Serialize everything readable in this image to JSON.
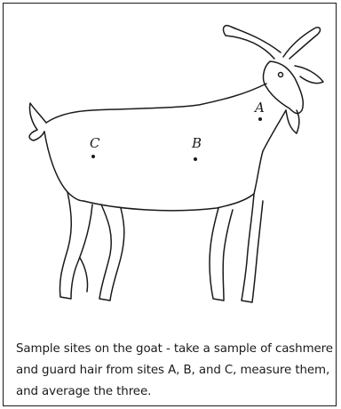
{
  "sample_sites": [
    {
      "id": "A",
      "label": "A"
    },
    {
      "id": "B",
      "label": "B"
    },
    {
      "id": "C",
      "label": "C"
    }
  ],
  "caption": "Sample sites on the goat - take a sample of cashmere and guard hair from sites A, B, and C, measure them, and average the three."
}
